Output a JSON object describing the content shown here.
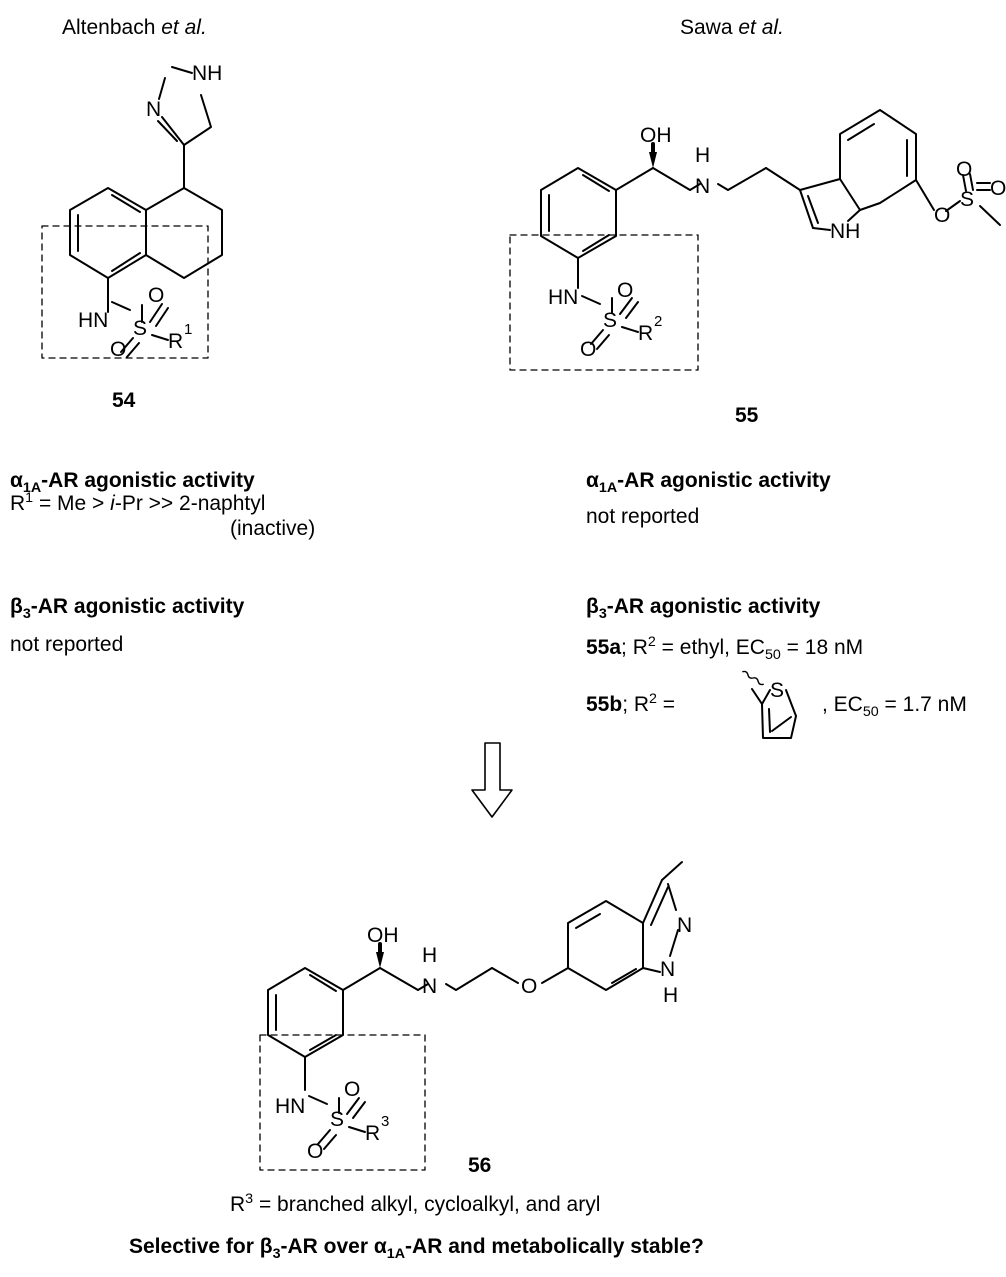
{
  "authors": {
    "left": {
      "name": "Altenbach",
      "etal": "et al."
    },
    "right": {
      "name": "Sawa",
      "etal": "et al."
    }
  },
  "compounds": {
    "c54": "54",
    "c55": "55",
    "c56": "56"
  },
  "atoms": {
    "NH": "NH",
    "N": "N",
    "HN": "HN",
    "O": "O",
    "S": "S",
    "R": "R",
    "OH": "OH",
    "H": "H",
    "r1": "1",
    "r2": "2",
    "r3": "3"
  },
  "left_panel": {
    "a1a_alpha": "α",
    "a1a_sub": "1A",
    "a1a_title": "-AR agonistic activity",
    "r1_label": "R",
    "r1_sup": "1",
    "r1_text_a": " = Me > ",
    "r1_ipr": "i",
    "r1_text_b": "-Pr >> 2-naphtyl",
    "inactive": "(inactive)",
    "b3_beta": "β",
    "b3_sub": "3",
    "b3_title": "-AR agonistic activity",
    "b3_value": "not reported"
  },
  "right_panel": {
    "a1a_alpha": "α",
    "a1a_sub": "1A",
    "a1a_title": "-AR agonistic activity",
    "a1a_value": "not reported",
    "b3_beta": "β",
    "b3_sub": "3",
    "b3_title": "-AR agonistic activity",
    "l55a_id": "55a",
    "l55a_r": "; R",
    "l55a_sup": "2",
    "l55a_text": " = ethyl, EC",
    "l55a_sub": "50",
    "l55a_val": " = 18 nM",
    "l55b_id": "55b",
    "l55b_r": "; R",
    "l55b_sup": "2",
    "l55b_eq": " =",
    "l55b_text": ", EC",
    "l55b_sub": "50",
    "l55b_val": " = 1.7 nM"
  },
  "bottom": {
    "r3_label": "R",
    "r3_sup": "3",
    "r3_text": " = branched alkyl, cycloalkyl, and aryl",
    "q_a": "Selective for ",
    "q_beta": "β",
    "q_sub3": "3",
    "q_b": "-AR over ",
    "q_alpha": "α",
    "q_sub1a": "1A",
    "q_c": "-AR and metabolically stable?"
  }
}
